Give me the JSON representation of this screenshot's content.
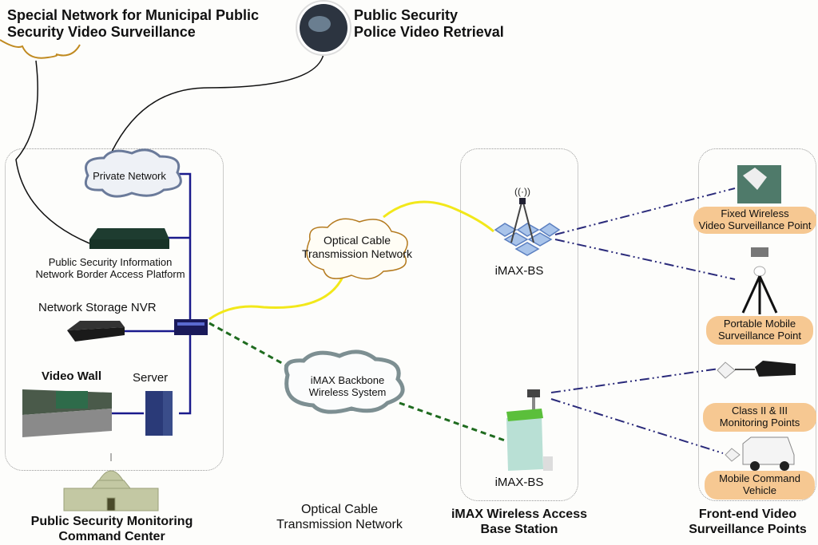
{
  "top": {
    "special_network": "Special Network for Municipal Public Security Video Surveillance",
    "special_network_lines": [
      "Special Network for Municipal Public",
      "Security Video Surveillance"
    ],
    "police_retrieval_lines": [
      "Public Security",
      "Police Video Retrieval"
    ]
  },
  "command_center": {
    "private_network": "Private Network",
    "border_platform_lines": [
      "Public Security Information",
      "Network Border Access Platform"
    ],
    "nvr": "Network Storage NVR",
    "video_wall": "Video Wall",
    "server": "Server",
    "title_lines": [
      "Public Security Monitoring",
      "Command Center"
    ]
  },
  "middle": {
    "optical_cloud_lines": [
      "Optical Cable",
      "Transmission Network"
    ],
    "imax_cloud_lines": [
      "iMAX Backbone",
      "Wireless System"
    ],
    "title_lines": [
      "Optical Cable",
      "Transmission Network"
    ]
  },
  "base_station": {
    "bs_top": "iMAX-BS",
    "bs_bottom": "iMAX-BS",
    "title_lines": [
      "iMAX Wireless Access",
      "Base Station"
    ]
  },
  "frontend": {
    "fixed_lines": [
      "Fixed Wireless",
      "Video Surveillance Point"
    ],
    "portable_lines": [
      "Portable Mobile",
      "Surveillance Point"
    ],
    "class_lines": [
      "Class II & III",
      "Monitoring Points"
    ],
    "vehicle_lines": [
      "Mobile Command",
      "Vehicle"
    ],
    "title_lines": [
      "Front-end Video",
      "Surveillance Points"
    ]
  },
  "colors": {
    "optical_link": "#f2e81a",
    "wireless_backbone_link": "#1f6b1f",
    "lan_link": "#1a1a8c",
    "wireless_access_link": "#2a2a7a",
    "pill_fill": "#f6c892",
    "cloud_brown": "#b47a1e"
  }
}
